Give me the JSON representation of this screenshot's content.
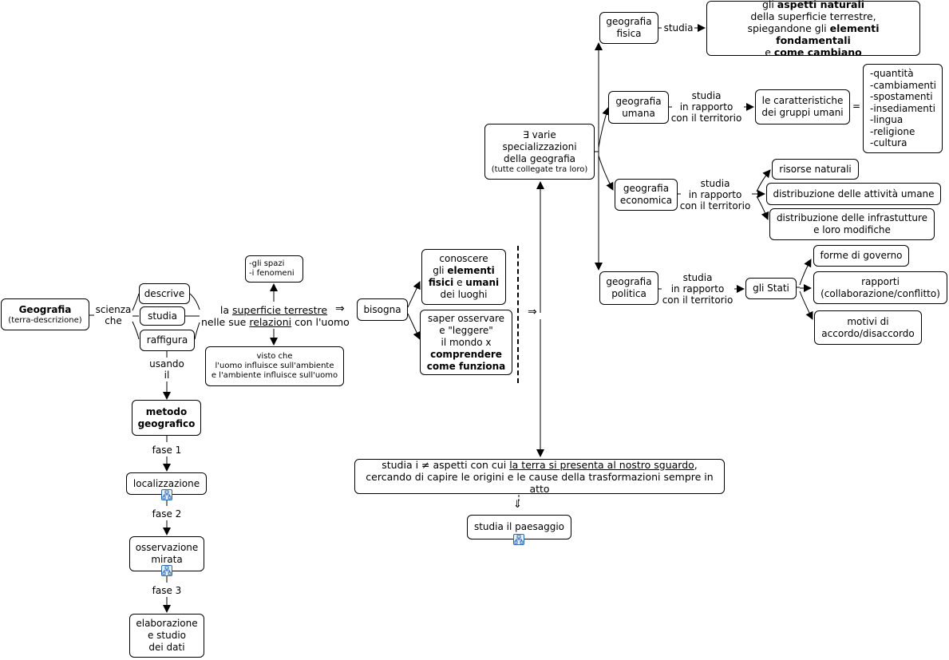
{
  "nodes": {
    "geografia_title": "Geografia",
    "geografia_sub": "(terra-descrizione)",
    "descrive": "descrive",
    "studia": "studia",
    "raffigura": "raffigura",
    "spazi_1": "-gli spazi",
    "spazi_2": "-i fenomeni",
    "visto_1": "visto che",
    "visto_2": "l'uomo influisce sull'ambiente",
    "visto_3": "e l'ambiente influisce sull'uomo",
    "metodo_1": "metodo",
    "metodo_2": "geografico",
    "localizzazione": "localizzazione",
    "osservazione_1": "osservazione",
    "osservazione_2": "mirata",
    "elaborazione_1": "elaborazione",
    "elaborazione_2": "e studio",
    "elaborazione_3": "dei dati",
    "bisogna": "bisogna",
    "conoscere_1": "conoscere",
    "conoscere_2a": "gli ",
    "conoscere_2b": "elementi",
    "conoscere_3a": "fisici",
    "conoscere_3b": " e ",
    "conoscere_3c": "umani",
    "conoscere_4": "dei luoghi",
    "saper_1": "saper osservare",
    "saper_2": "e \"leggere\"",
    "saper_3": "il mondo x",
    "saper_4": "comprendere",
    "saper_5": "come funziona",
    "varie_1": "∃ varie",
    "varie_2": "specializzazioni",
    "varie_3": "della geografia",
    "varie_4": "(tutte collegate tra loro)",
    "aspetti_1a": "studia i ≠ aspetti con cui ",
    "aspetti_1b": "la terra si presenta al nostro sguardo",
    "aspetti_1c": ",",
    "aspetti_2": "cercando di capire le origini e le cause della trasformazioni sempre in atto",
    "paesaggio": "studia il paesaggio",
    "fisica_1": "geografia",
    "fisica_2": "fisica",
    "naturali_1a": "gli ",
    "naturali_1b": "aspetti naturali",
    "naturali_2": "della superficie terrestre,",
    "naturali_3a": "spiegandone gli ",
    "naturali_3b": "elementi fondamentali",
    "naturali_4a": "e ",
    "naturali_4b": "come cambiano",
    "umana_1": "geografia",
    "umana_2": "umana",
    "caratteristiche_1": "le caratteristiche",
    "caratteristiche_2": "dei gruppi umani",
    "lista": [
      "-quantità",
      "-cambiamenti",
      "-spostamenti",
      "-insediamenti",
      "-lingua",
      "-religione",
      "-cultura"
    ],
    "economica_1": "geografia",
    "economica_2": "economica",
    "risorse": "risorse naturali",
    "attivita": "distribuzione delle attività umane",
    "infrastrutture_1": "distribuzione delle infrastutture",
    "infrastrutture_2": "e loro modifiche",
    "politica_1": "geografia",
    "politica_2": "politica",
    "stati": "gli Stati",
    "governo": "forme di governo",
    "rapporti_1": "rapporti",
    "rapporti_2": "(collaborazione/conflitto)",
    "motivi_1": "motivi di",
    "motivi_2": "accordo/disaccordo"
  },
  "labels": {
    "scienza_1": "scienza",
    "scienza_2": "che",
    "superficie_1a": "la ",
    "superficie_1b": "superficie terrestre",
    "superficie_2a": "nelle sue ",
    "superficie_2b": "relazioni",
    "superficie_2c": " con l'uomo",
    "implies_1": "⇒",
    "implies_2": "⇒",
    "implies_3": "⇓",
    "usando_1": "usando",
    "usando_2": "il",
    "fase1": "fase 1",
    "fase2": "fase 2",
    "fase3": "fase 3",
    "studia_fisica": "studia",
    "rapporto_umana": [
      "studia",
      "in rapporto",
      "con il territorio"
    ],
    "rapporto_economica": [
      "studia",
      "in rapporto",
      "con il territorio"
    ],
    "rapporto_politica": [
      "studia",
      "in rapporto",
      "con il territorio"
    ],
    "uguale": "="
  },
  "icons": [
    "submap-icon",
    "submap-icon",
    "submap-icon"
  ],
  "colors": {
    "icon_border": "#2b6cb0",
    "icon_fill": "#e8f1fb",
    "line": "#000000"
  }
}
